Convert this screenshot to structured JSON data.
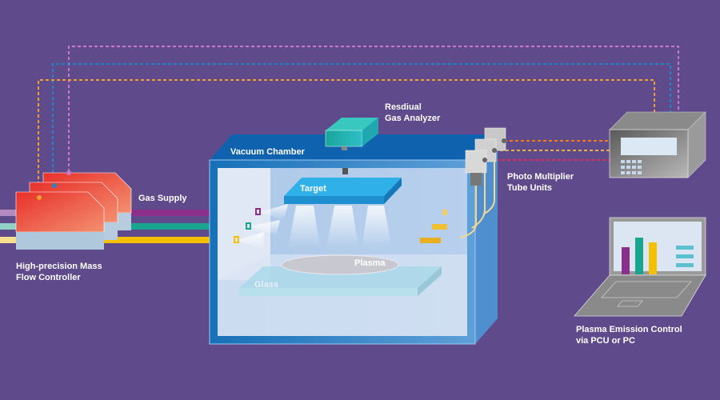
{
  "diagram": {
    "labels": {
      "residual_gas_analyzer_line1": "Resdiual",
      "residual_gas_analyzer_line2": "Gas Analyzer",
      "vacuum_chamber": "Vacuum Chamber",
      "target": "Target",
      "plasma": "Plasma",
      "glass": "Glass",
      "gas_supply": "Gas Supply",
      "mass_flow_line1": "High-precision Mass",
      "mass_flow_line2": "Flow Controller",
      "pmt_line1": "Photo Multiplier",
      "pmt_line2": "Tube Units",
      "plasma_control_line1": "Plasma Emission Control",
      "plasma_control_line2": "via PCU or PC"
    },
    "colors": {
      "background": "#5f4a8b",
      "gas_purple": "#8a2f8a",
      "gas_teal": "#1aa58f",
      "gas_yellow": "#f5c000",
      "signal_pink": "#c879c8",
      "signal_blue": "#1f86c7",
      "signal_orange": "#f0a030",
      "pmt_orange": "#f07a20",
      "pmt_yellow": "#e8b040",
      "pmt_red": "#d8305a"
    },
    "laptop_bars": [
      "purple",
      "teal",
      "yellow"
    ]
  }
}
